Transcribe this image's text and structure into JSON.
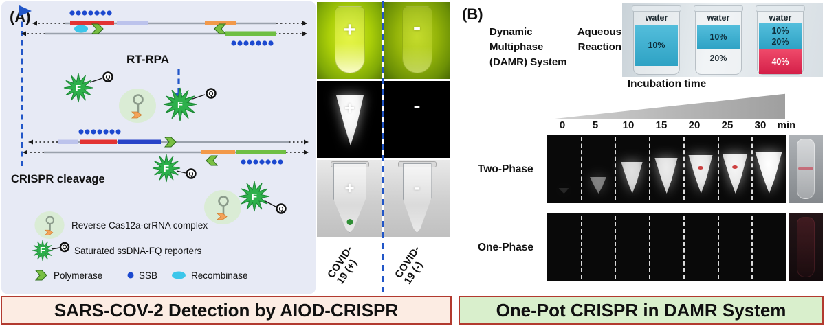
{
  "panel_a": {
    "tag": "(A)",
    "rt_rpa": "RT-RPA",
    "crispr_cleavage": "CRISPR cleavage",
    "f": "F",
    "q": "Q",
    "legend": {
      "cas12a": "Reverse Cas12a-crRNA complex",
      "reporters": "Saturated ssDNA-FQ reporters",
      "polymerase": "Polymerase",
      "ssb": "SSB",
      "recombinase": "Recombinase"
    },
    "results": {
      "plus": "+",
      "minus": "-",
      "covid_pos": "COVID-19 (+)",
      "covid_neg": "COVID-19 (-)"
    },
    "banner": "SARS-COV-2 Detection by AIOD-CRISPR"
  },
  "panel_b": {
    "tag": "(B)",
    "damr_text": "Dynamic Aqueous Multiphase Reaction (DAMR) System",
    "photo": {
      "water": "water",
      "tube1": {
        "p10": "10%"
      },
      "tube2": {
        "p10": "10%",
        "p20": "20%"
      },
      "tube3": {
        "p10": "10%",
        "p20": "20%",
        "p40": "40%"
      }
    },
    "incubation": "Incubation time",
    "times": [
      "0",
      "5",
      "10",
      "15",
      "20",
      "25",
      "30"
    ],
    "unit": "min",
    "two_phase": "Two-Phase",
    "one_phase": "One-Phase",
    "banner": "One-Pot CRISPR in DAMR System"
  },
  "colors": {
    "accent_blue": "#2156c8",
    "star_green": "#2db04b",
    "banner_border": "#b23a2f"
  }
}
